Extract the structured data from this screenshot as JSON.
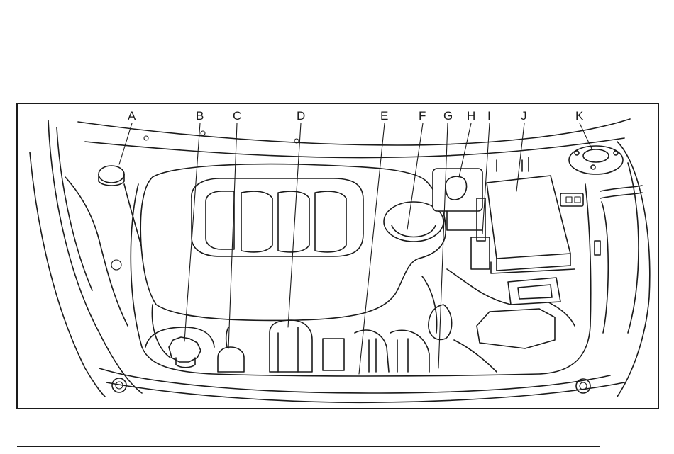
{
  "callouts": [
    {
      "id": "A",
      "label": "A"
    },
    {
      "id": "B",
      "label": "B"
    },
    {
      "id": "C",
      "label": "C"
    },
    {
      "id": "D",
      "label": "D"
    },
    {
      "id": "E",
      "label": "E"
    },
    {
      "id": "F",
      "label": "F"
    },
    {
      "id": "G",
      "label": "G"
    },
    {
      "id": "H",
      "label": "H"
    },
    {
      "id": "I",
      "label": "I"
    },
    {
      "id": "J",
      "label": "J"
    },
    {
      "id": "K",
      "label": "K"
    }
  ],
  "colors": {
    "line": "#1a1a1a",
    "fill": "#ffffff"
  }
}
